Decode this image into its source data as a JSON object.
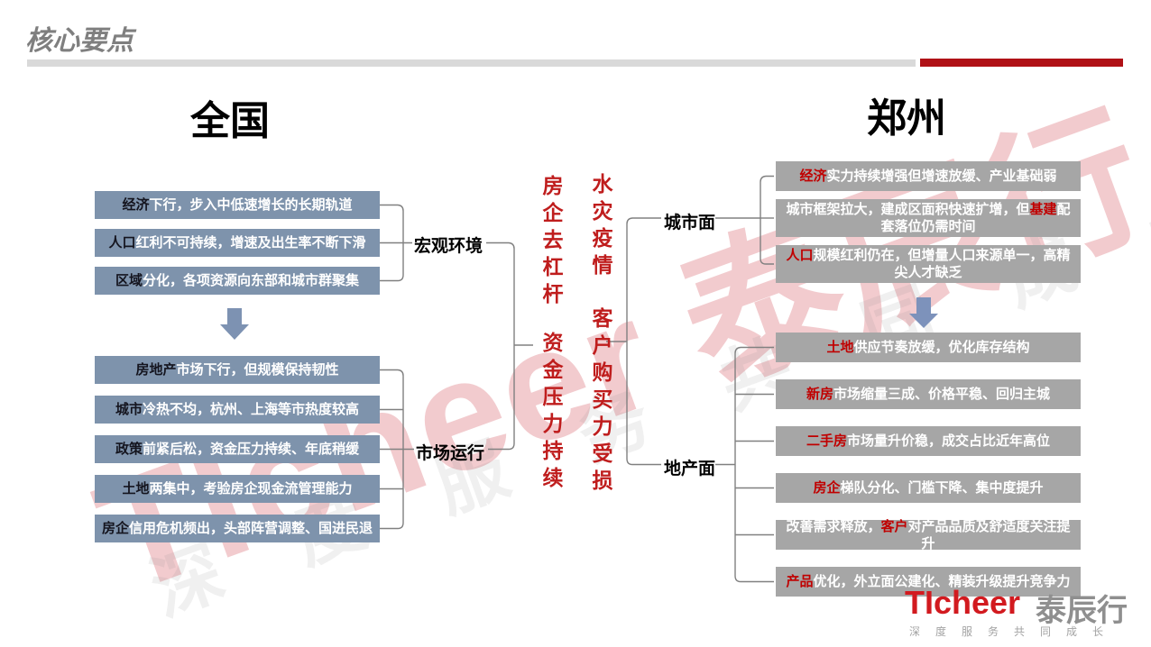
{
  "slide_title": "核心要点",
  "left_section": {
    "heading": "全国",
    "macro": {
      "label": "宏观环境",
      "boxes": [
        {
          "pre": "",
          "hl": "经济",
          "rest": "下行，步入中低速增长的长期轨道"
        },
        {
          "pre": "",
          "hl": "人口",
          "rest": "红利不可持续，增速及出生率不断下滑"
        },
        {
          "pre": "",
          "hl": "区域",
          "rest": "分化，各项资源向东部和城市群聚集"
        }
      ]
    },
    "market": {
      "label": "市场运行",
      "boxes": [
        {
          "pre": "",
          "hl": "房地产",
          "rest": "市场下行，但规模保持韧性"
        },
        {
          "pre": "",
          "hl": "城市",
          "rest": "冷热不均，杭州、上海等市热度较高"
        },
        {
          "pre": "",
          "hl": "政策",
          "rest": "前紧后松，资金压力持续、年底稍缓"
        },
        {
          "pre": "",
          "hl": "土地",
          "rest": "两集中，考验房企现金流管理能力"
        },
        {
          "pre": "",
          "hl": "房企",
          "rest": "信用危机频出，头部阵营调整、国进民退"
        }
      ]
    }
  },
  "center_callouts": {
    "col1_top": "房企去杠杆",
    "col1_bottom": "资金压力持续",
    "col2_top": "水灾疫情",
    "col2_bottom": "客户购买力受损"
  },
  "right_section": {
    "heading": "郑州",
    "city": {
      "label": "城市面",
      "boxes": [
        {
          "pre": "",
          "hl": "经济",
          "rest": "实力持续增强但增速放缓、产业基础弱"
        },
        {
          "pre": "城市框架拉大，建成区面积快速扩增，但",
          "hl": "基建",
          "rest": "配套落位仍需时间"
        },
        {
          "pre": "",
          "hl": "人口",
          "rest": "规模红利仍在，但增量人口来源单一，高精尖人才缺乏"
        }
      ]
    },
    "property": {
      "label": "地产面",
      "boxes": [
        {
          "pre": "",
          "hl": "土地",
          "rest": "供应节奏放缓，优化库存结构"
        },
        {
          "pre": "",
          "hl": "新房",
          "rest": "市场缩量三成、价格平稳、回归主城"
        },
        {
          "pre": "",
          "hl": "二手房",
          "rest": "市场量升价稳，成交占比近年高位"
        },
        {
          "pre": "",
          "hl": "房企",
          "rest": "梯队分化、门槛下降、集中度提升"
        },
        {
          "pre": "改善需求释放，",
          "hl": "客户",
          "rest": "对产品品质及舒适度关注提升"
        },
        {
          "pre": "",
          "hl": "产品",
          "rest": "优化，外立面公建化、精装升级提升竞争力"
        }
      ]
    }
  },
  "footer_logo": {
    "brand_en": "TIcheer",
    "brand_cn": "泰辰行",
    "tagline": "深度服务共同成长"
  },
  "watermarks": {
    "diagonal_brand": "TIcheer 泰辰行",
    "diagonal_tagline": "深 度 服 务 共 同 成 长"
  },
  "colors": {
    "accent_red": "#c00000",
    "callout_red": "#bf1d1d",
    "left_box_bg": "#7e93ac",
    "right_box_bg": "#a6a6a6",
    "rule_gray": "#d9d9d9",
    "rule_red": "#b01116",
    "connector_gray": "#808080",
    "arrow_blue": "#7d92b5",
    "logo_red": "#d21a1f",
    "logo_gray": "#8f8f8f"
  }
}
